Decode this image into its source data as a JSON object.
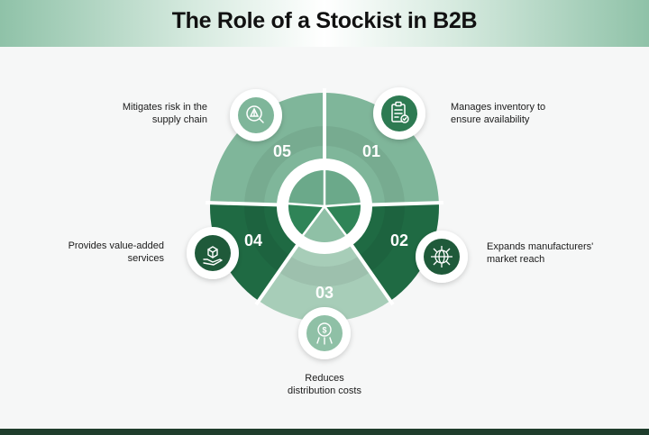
{
  "title": "The Role of a Stockist in B2B",
  "colors": {
    "light_green": "#7fb69a",
    "dark_green": "#1f6a43",
    "mid_green": "#a7cdb8",
    "inner_dark": "#2f8457",
    "inner_light": "#6ba98a",
    "footer": "#1f3d2c"
  },
  "segments": [
    {
      "number": "01",
      "icon": "clipboard-icon",
      "label_lines": [
        "Manages inventory to",
        "ensure availability"
      ],
      "fill": "light"
    },
    {
      "number": "02",
      "icon": "globe-network-icon",
      "label_lines": [
        "Expands manufacturers'",
        "market reach"
      ],
      "fill": "dark"
    },
    {
      "number": "03",
      "icon": "dollar-coin-icon",
      "label_lines": [
        "Reduces",
        "distribution costs"
      ],
      "fill": "light"
    },
    {
      "number": "04",
      "icon": "hand-box-icon",
      "label_lines": [
        "Provides value-added",
        "services"
      ],
      "fill": "dark"
    },
    {
      "number": "05",
      "icon": "risk-search-icon",
      "label_lines": [
        "Mitigates risk in the",
        "supply chain"
      ],
      "fill": "light"
    }
  ]
}
